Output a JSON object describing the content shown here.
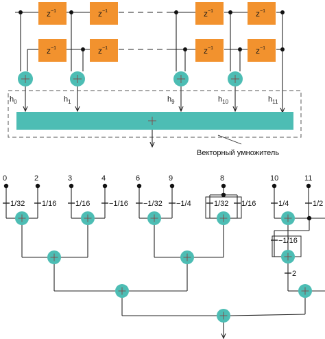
{
  "colors": {
    "delay": "#f2922e",
    "adder": "#4dbdb4",
    "line": "#222222",
    "dashed_box": "#555555"
  },
  "fir": {
    "delay_label_base": "z",
    "delay_label_exp": "−1",
    "coefficients": [
      {
        "base": "h",
        "sub": "0"
      },
      {
        "base": "h",
        "sub": "1"
      },
      {
        "base": "h",
        "sub": "9"
      },
      {
        "base": "h",
        "sub": "10"
      },
      {
        "base": "h",
        "sub": "11"
      }
    ],
    "multiplier_caption": "Векторный умножитель"
  },
  "tree": {
    "inputs": [
      "0",
      "2",
      "3",
      "4",
      "6",
      "9",
      "8",
      "10",
      "11"
    ],
    "coefficients": [
      "1/32",
      "1/16",
      "1/16",
      "−1/16",
      "−1/32",
      "−1/4",
      "1/32",
      "1/16",
      "1/4",
      "1/2",
      "−1/16",
      "2"
    ]
  }
}
